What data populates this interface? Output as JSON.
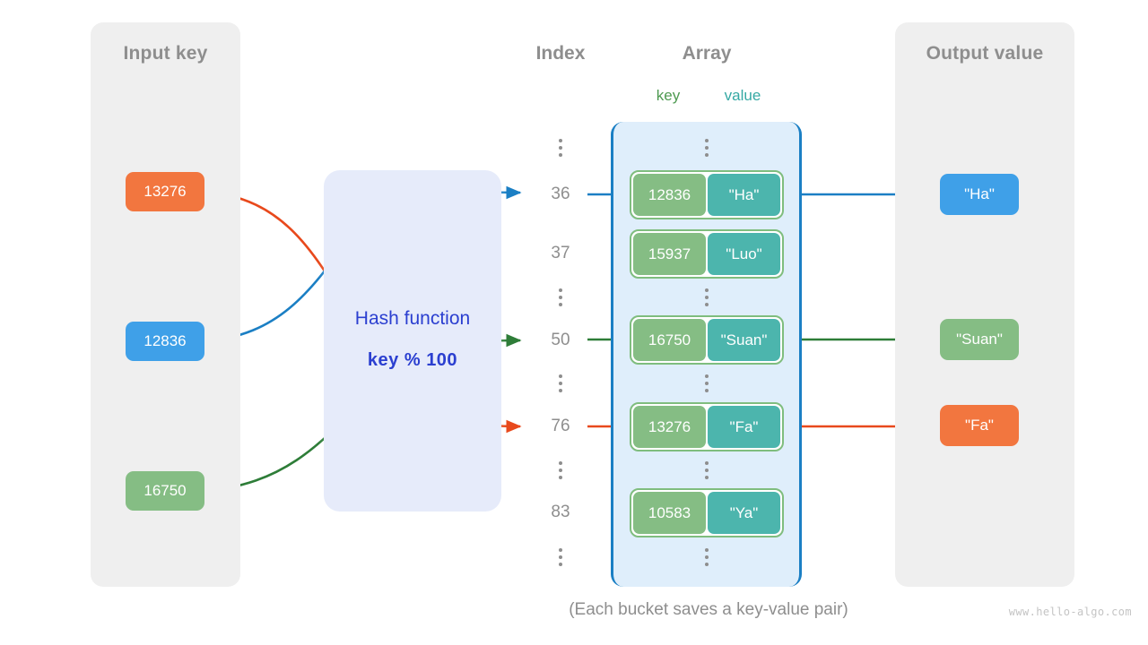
{
  "diagram": {
    "caption": "(Each bucket saves a key-value pair)",
    "watermark": "www.hello-algo.com"
  },
  "input_panel": {
    "title": "Input key",
    "keys": [
      {
        "label": "13276",
        "color": "#f2763f"
      },
      {
        "label": "12836",
        "color": "#3fa0e8"
      },
      {
        "label": "16750",
        "color": "#85bd84"
      }
    ]
  },
  "hash_function": {
    "title": "Hash function",
    "formula": "key % 100",
    "box_color": "#e6ebfa",
    "text_color": "#2b3fd0"
  },
  "index_column": {
    "title": "Index",
    "rows": [
      "⋮",
      "36",
      "37",
      "⋮",
      "50",
      "⋮",
      "76",
      "⋮",
      "83",
      "⋮"
    ]
  },
  "array_column": {
    "title": "Array",
    "key_header": "key",
    "value_header": "value",
    "key_header_color": "#4e9a51",
    "value_header_color": "#36a9a4",
    "container_color": "#dfeefb",
    "border_color": "#1b7fc4",
    "buckets": [
      {
        "index": "36",
        "key": "12836",
        "value": "\"Ha\""
      },
      {
        "index": "37",
        "key": "15937",
        "value": "\"Luo\""
      },
      {
        "index": "50",
        "key": "16750",
        "value": "\"Suan\""
      },
      {
        "index": "76",
        "key": "13276",
        "value": "\"Fa\""
      },
      {
        "index": "83",
        "key": "10583",
        "value": "\"Ya\""
      }
    ]
  },
  "output_panel": {
    "title": "Output value",
    "values": [
      {
        "label": "\"Ha\"",
        "color": "#3fa0e8"
      },
      {
        "label": "\"Suan\"",
        "color": "#85bd84"
      },
      {
        "label": "\"Fa\"",
        "color": "#f2763f"
      }
    ]
  },
  "mappings": [
    {
      "input": "13276",
      "index": "76",
      "value": "\"Fa\"",
      "color": "#e8491c"
    },
    {
      "input": "12836",
      "index": "36",
      "value": "\"Ha\"",
      "color": "#1b7fc4"
    },
    {
      "input": "16750",
      "index": "50",
      "value": "\"Suan\"",
      "color": "#2e7d38"
    }
  ]
}
